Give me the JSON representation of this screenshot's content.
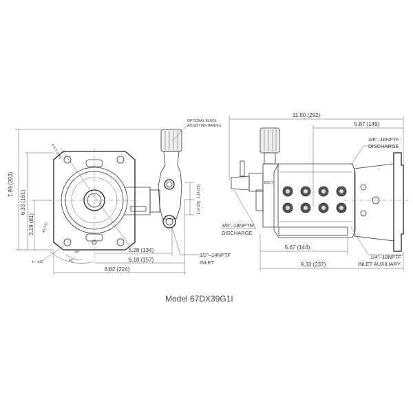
{
  "title": "Model 67DX39G1I",
  "side_view": {
    "dims": {
      "height_total": "7.99 (203)",
      "height_plate": "6.33 (161)",
      "height_center": "3.19 (81)",
      "bolt_circle": "ø 6.5 (165)",
      "small_offset": ".43 (11)",
      "bolt_holes": "4 – ø10",
      "angle_30": "30°",
      "angle_45": "45°",
      "width_inlet": "5.28 (134)",
      "width_head": "6.18 (157)",
      "width_total": "8.82 (224)",
      "port_upper": "1.14 (29)",
      "port_lower": "1.14 (29)"
    },
    "callouts": {
      "handle_line1": "OPTIONAL BLACK",
      "handle_line2": "ADJUSTING HANDLE",
      "inlet_line1": "1/2\"–14NPTF",
      "inlet_line2": "INLET"
    }
  },
  "front_view": {
    "dims": {
      "length_total": "11.50 (292)",
      "length_head": "5.87 (149)",
      "length_manifold": "5.67 (144)",
      "length_body": "9.33 (237)"
    },
    "callouts": {
      "discharge_f_line1": "3/8\"–18NPTF",
      "discharge_f_line2": "DISCHARGE",
      "discharge_m_line1": "3/8\"–18NPTM",
      "discharge_m_line2": "DISCHARGE",
      "aux_line1": "1/4\"–18NPTF",
      "aux_line2": "INLET AUXILIARY",
      "bolt_label": "BOLT"
    }
  }
}
